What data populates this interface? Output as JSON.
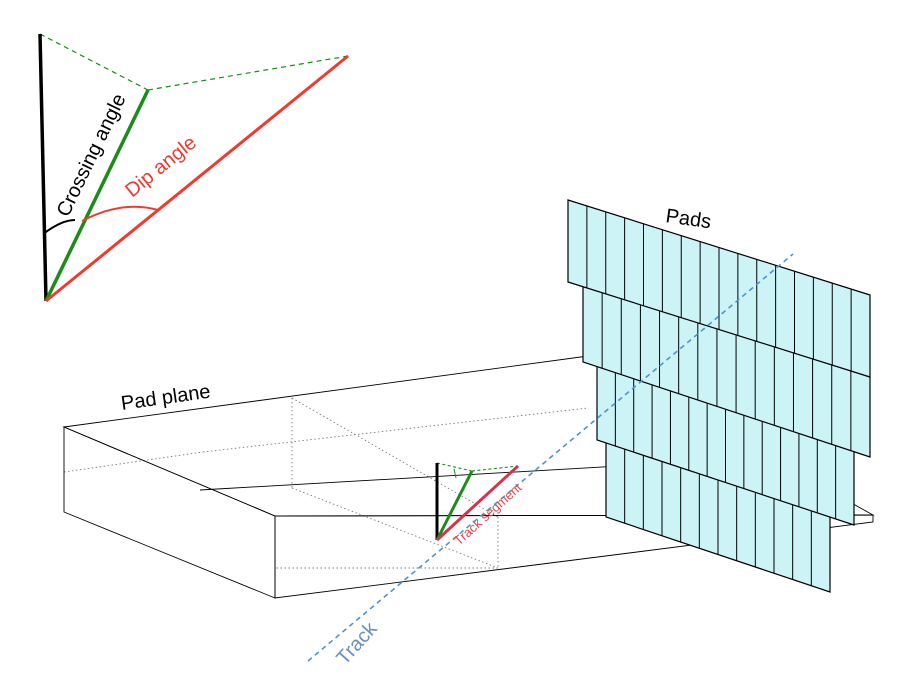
{
  "labels": {
    "crossing_angle": "Crossing angle",
    "dip_angle": "Dip angle",
    "pads": "Pads",
    "pad_plane": "Pad plane",
    "track_segment": "Track segment",
    "track": "Track"
  },
  "colors": {
    "black": "#000000",
    "green": "#1a8c1a",
    "red": "#f03a2e",
    "green_dashed": "#1a8c1a",
    "track_blue": "#4f93cc",
    "pad_fill": "#ccf3f6"
  }
}
